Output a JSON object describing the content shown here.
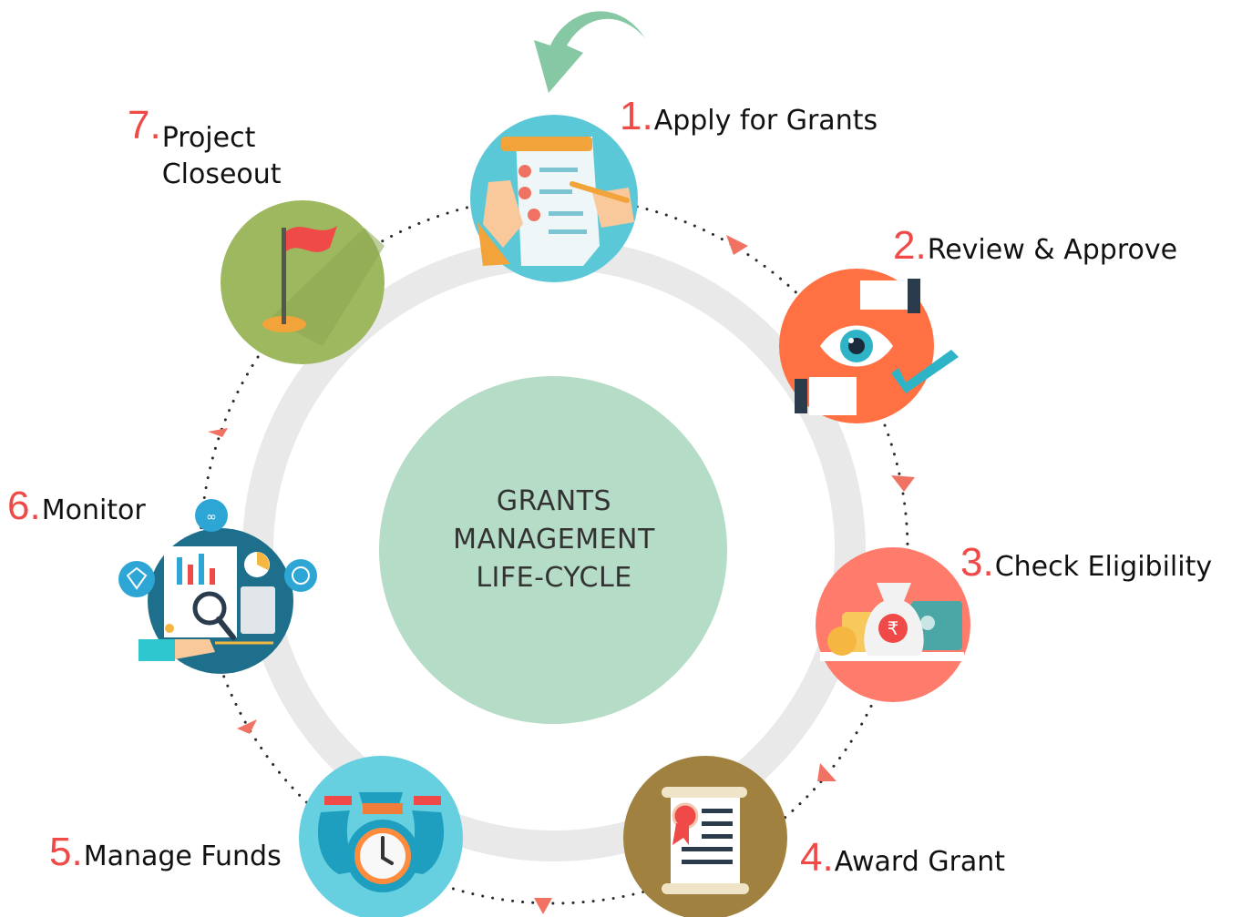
{
  "center": {
    "line1": "GRANTS",
    "line2": "MANAGEMENT",
    "line3": "LIFE-CYCLE"
  },
  "steps": [
    {
      "number": "1.",
      "label": "Apply for Grants",
      "icon": "application-form-icon"
    },
    {
      "number": "2.",
      "label": "Review & Approve",
      "icon": "review-eye-icon"
    },
    {
      "number": "3.",
      "label": "Check Eligibility",
      "icon": "money-bag-icon"
    },
    {
      "number": "4.",
      "label": "Award Grant",
      "icon": "certificate-icon"
    },
    {
      "number": "5.",
      "label": "Manage Funds",
      "icon": "funds-clock-icon"
    },
    {
      "number": "6.",
      "label": "Monitor",
      "icon": "monitor-analytics-icon"
    },
    {
      "number": "7.",
      "label_line1": "Project",
      "label_line2": "Closeout",
      "icon": "flag-icon"
    }
  ],
  "colors": {
    "center_circle": "#b5dcc7",
    "ring": "#e9e9ea",
    "step_number": "#ef4a48",
    "arrow": "#f07262",
    "start_arrow": "#86c8a3",
    "apply": "#5bc8d8",
    "review": "#ff7043",
    "eligibility": "#ff7b6b",
    "award": "#a0813f",
    "funds": "#66cfe0",
    "monitor": "#1d6f8c",
    "closeout": "#9db85f"
  }
}
